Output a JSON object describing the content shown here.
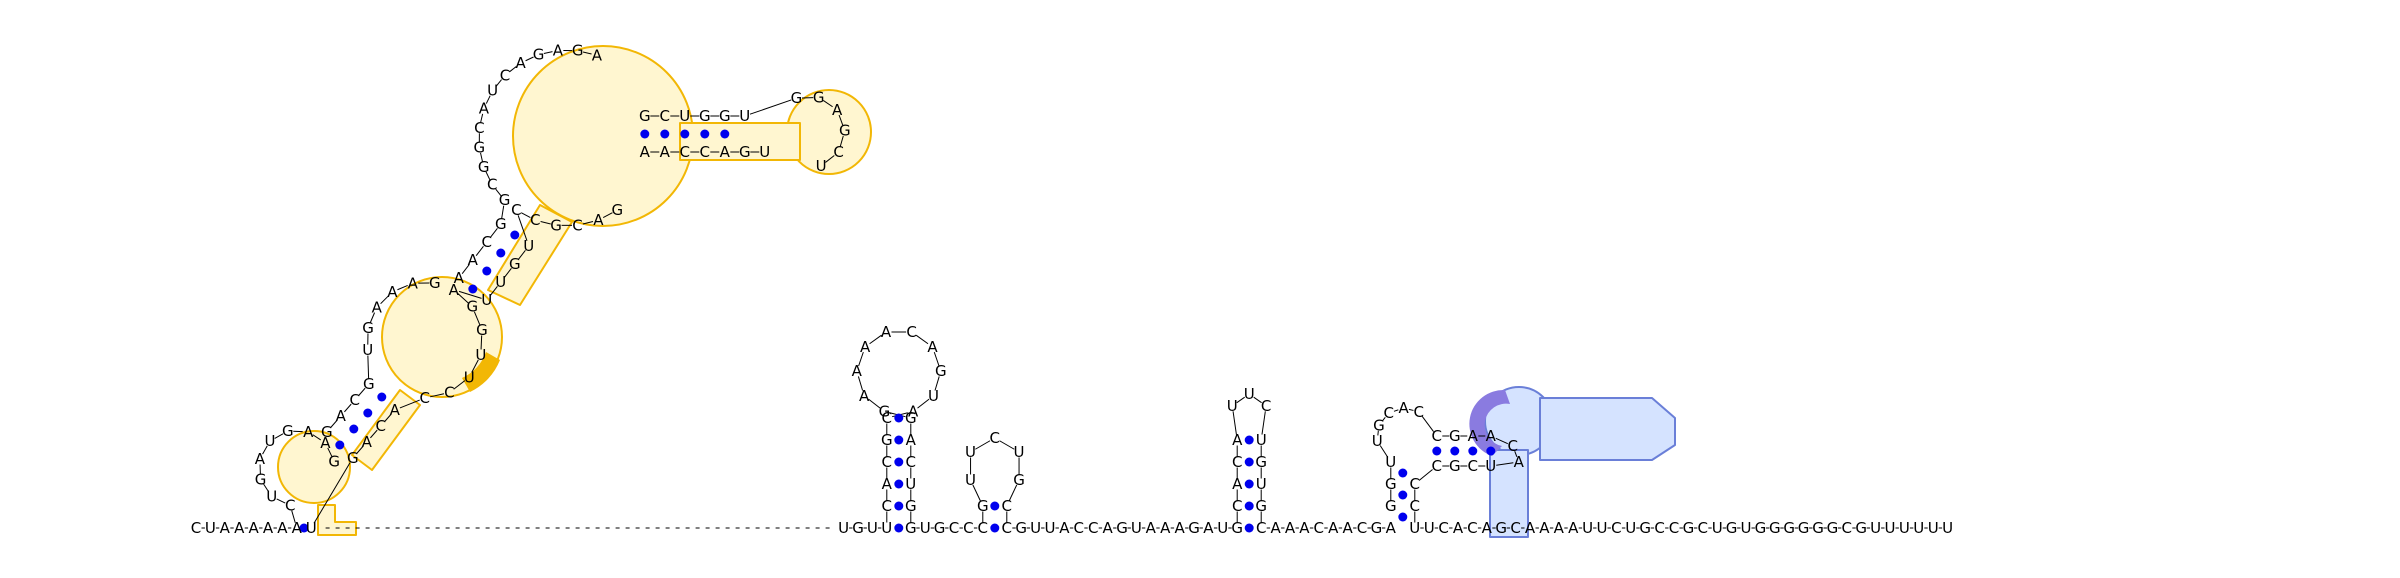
{
  "sequence": {
    "left_tail": "CUAAAAAA",
    "left_tail_pair_close": "U",
    "gap_dashes": 51,
    "middle_left": "UGU",
    "hairpin1_stem_left": "UCACGC",
    "hairpin1_loop": "GAAAACAGUA",
    "hairpin1_stem_right": "GACUGG",
    "between_1_2": "UGCC",
    "hairpin2": "CGUUCUGCC",
    "middle_run": "GUUACCAGUAAAGAU",
    "hairpin3": "GCACAUUCUGUGC",
    "after_h3": "AAACAACGA",
    "right_tail": "UCACAGCAAAAUUCUGCCGCUGUGGGGGGCGUUUUUU"
  },
  "structure_big": {
    "outer_stem_left": "A",
    "outer_stem_right": "U",
    "loop1_left": "CUGAUGAAG",
    "stem2_left": "GACG",
    "loop2": "UGAAAG",
    "stem3_left": "AACG",
    "loop3": "GCGGCAUCAGAGA",
    "stem4_left": "GCUGGU",
    "loop4": "GGAGCU",
    "stem4_right": "AACCAGU",
    "loop3_return": "GACGCC",
    "stem3_right": "UUGU",
    "loop2_return": "AGGUUCC",
    "stem2_right": "GACA",
    "loop1_return": "UAGUC"
  },
  "structure_pseudoknot": {
    "stem_left": "GGU",
    "loop_left": "UGCAC",
    "inner_stem_top": "CGAA",
    "inner_loop": "CA",
    "inner_stem_bottom": "UCGC",
    "stem_right": "CCU"
  },
  "colors": {
    "pair_dot": "#0000ee",
    "highlight_orange_outline": "#f2b705",
    "highlight_orange_fill": "#fff6d0",
    "highlight_orange_strong": "#f2b705",
    "highlight_blue_outline": "#6a7fd8",
    "highlight_blue_fill": "#d5e3ff",
    "highlight_purple": "#8a7be0",
    "text": "#000000"
  }
}
